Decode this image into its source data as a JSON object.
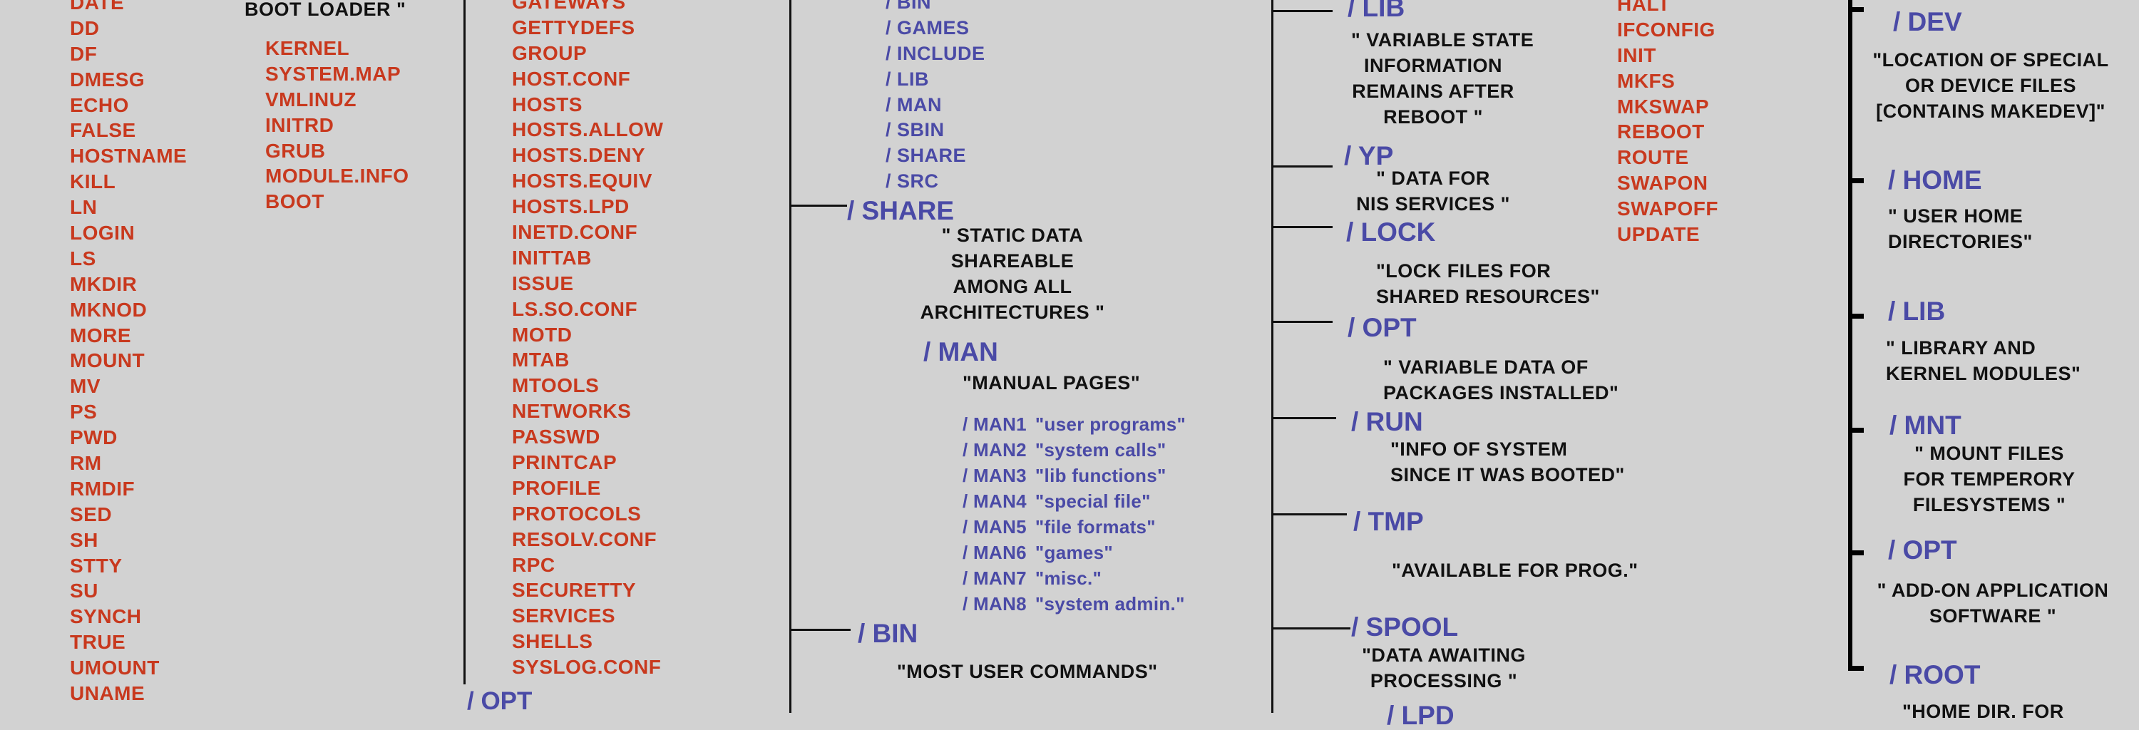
{
  "cmds": [
    "DATE",
    "DD",
    "DF",
    "DMESG",
    "ECHO",
    "FALSE",
    "HOSTNAME",
    "KILL",
    "LN",
    "LOGIN",
    "LS",
    "MKDIR",
    "MKNOD",
    "MORE",
    "MOUNT",
    "MV",
    "PS",
    "PWD",
    "RM",
    "RMDIF",
    "SED",
    "SH",
    "STTY",
    "SU",
    "SYNCH",
    "TRUE",
    "UMOUNT",
    "UNAME"
  ],
  "boot": {
    "title": "BOOT LOADER \"",
    "items": [
      "KERNEL",
      "SYSTEM.MAP",
      "VMLINUZ",
      "INITRD",
      "GRUB",
      "MODULE.INFO",
      "BOOT"
    ]
  },
  "etc": [
    "GATEWAYS",
    "GETTYDEFS",
    "GROUP",
    "HOST.CONF",
    "HOSTS",
    "HOSTS.ALLOW",
    "HOSTS.DENY",
    "HOSTS.EQUIV",
    "HOSTS.LPD",
    "INETD.CONF",
    "INITTAB",
    "ISSUE",
    "LS.SO.CONF",
    "MOTD",
    "MTAB",
    "MTOOLS",
    "NETWORKS",
    "PASSWD",
    "PRINTCAP",
    "PROFILE",
    "PROTOCOLS",
    "RESOLV.CONF",
    "RPC",
    "SECURETTY",
    "SERVICES",
    "SHELLS",
    "SYSLOG.CONF"
  ],
  "opt_bottom": "/ OPT",
  "usr_local_sub": [
    "/ BIN",
    "/ GAMES",
    "/ INCLUDE",
    "/ LIB",
    "/ MAN",
    "/ SBIN",
    "/ SHARE",
    "/ SRC"
  ],
  "share": {
    "label": "/ SHARE",
    "desc": [
      "\" STATIC DATA",
      "SHAREABLE",
      "AMONG ALL",
      "ARCHITECTURES \""
    ]
  },
  "man": {
    "label": "/ MAN",
    "desc": "\"MANUAL PAGES\"",
    "items": [
      {
        "name": "/ MAN1",
        "desc": "\"user programs\""
      },
      {
        "name": "/ MAN2",
        "desc": "\"system calls\""
      },
      {
        "name": "/ MAN3",
        "desc": "\"lib functions\""
      },
      {
        "name": "/ MAN4",
        "desc": "\"special file\""
      },
      {
        "name": "/ MAN5",
        "desc": "\"file formats\""
      },
      {
        "name": "/ MAN6",
        "desc": "\"games\""
      },
      {
        "name": "/ MAN7",
        "desc": "\"misc.\""
      },
      {
        "name": "/ MAN8",
        "desc": "\"system admin.\""
      }
    ]
  },
  "usr_bin": {
    "label": "/ BIN",
    "desc": "\"MOST USER COMMANDS\""
  },
  "var": [
    {
      "label": "/ LIB",
      "desc": [
        "\" VARIABLE STATE",
        "INFORMATION",
        "REMAINS  AFTER",
        "REBOOT \""
      ]
    },
    {
      "label": "/ YP",
      "desc": [
        "\" DATA FOR",
        "NIS SERVICES \""
      ]
    },
    {
      "label": "/ LOCK",
      "desc": [
        "\"LOCK FILES FOR",
        "SHARED RESOURCES\""
      ]
    },
    {
      "label": "/ OPT",
      "desc": [
        "\"  VARIABLE DATA OF",
        "PACKAGES INSTALLED\""
      ]
    },
    {
      "label": "/ RUN",
      "desc": [
        "\"INFO OF SYSTEM",
        "SINCE IT WAS BOOTED\""
      ]
    },
    {
      "label": "/ TMP",
      "desc": [
        "\"AVAILABLE FOR PROG.\""
      ]
    },
    {
      "label": "/ SPOOL",
      "desc": [
        "\"DATA AWAITING",
        "PROCESSING \""
      ]
    },
    {
      "label": "/ LPD",
      "desc": []
    }
  ],
  "sbin": [
    "HALT",
    "IFCONFIG",
    "INIT",
    "MKFS",
    "MKSWAP",
    "REBOOT",
    "ROUTE",
    "SWAPON",
    "SWAPOFF",
    "UPDATE"
  ],
  "root_dirs": [
    {
      "label": "/ DEV",
      "desc": [
        "\"LOCATION OF SPECIAL",
        "OR DEVICE FILES",
        "[CONTAINS MAKEDEV]\""
      ]
    },
    {
      "label": "/ HOME",
      "desc": [
        "\" USER HOME",
        "DIRECTORIES\""
      ]
    },
    {
      "label": "/ LIB",
      "desc": [
        "\"  LIBRARY AND",
        "KERNEL MODULES\""
      ]
    },
    {
      "label": "/ MNT",
      "desc": [
        "\"  MOUNT FILES",
        "FOR TEMPERORY",
        "FILESYSTEMS \""
      ]
    },
    {
      "label": "/ OPT",
      "desc": [
        "\" ADD-ON APPLICATION",
        "SOFTWARE \""
      ]
    },
    {
      "label": "/ ROOT",
      "desc": [
        "\"HOME DIR. FOR"
      ]
    }
  ],
  "colors": {
    "background": "#d2d2d2",
    "file": "#c8391e",
    "directory": "#4a4aa6",
    "description": "#111111"
  }
}
